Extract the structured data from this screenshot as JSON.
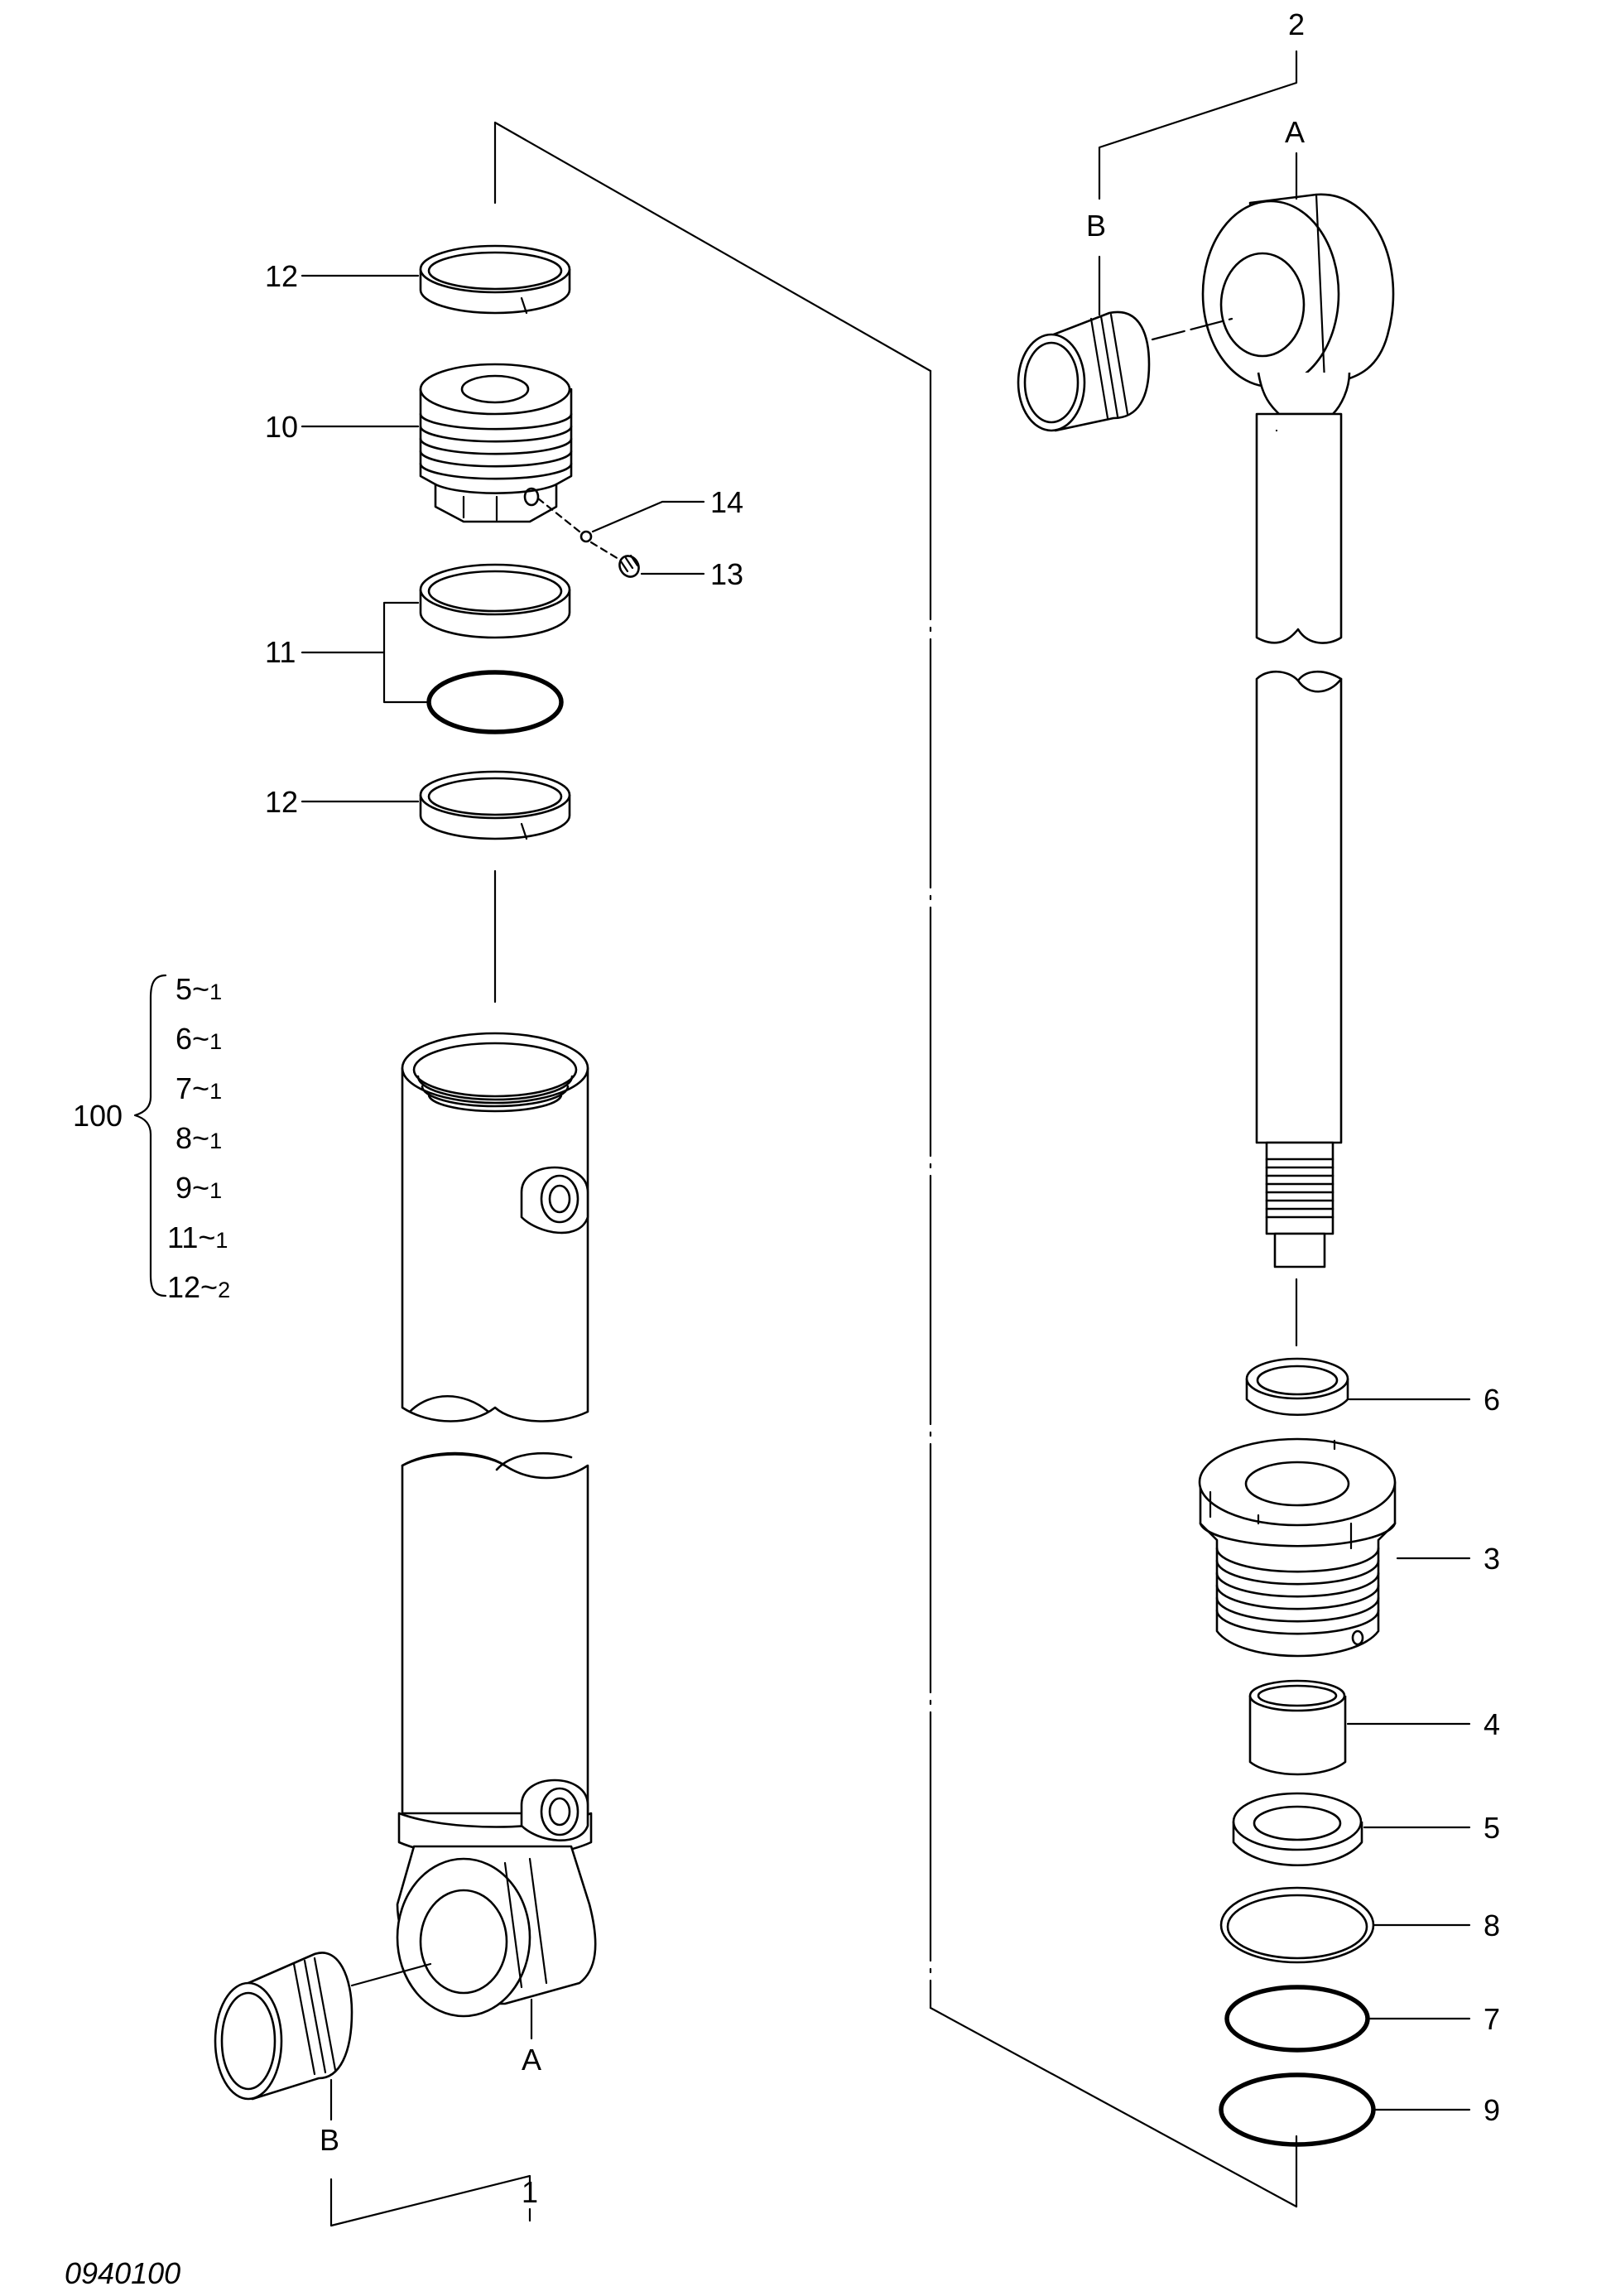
{
  "drawing_code": "0940100",
  "callouts": {
    "c1": "1",
    "c2": "2",
    "c3": "3",
    "c4": "4",
    "c5": "5",
    "c6": "6",
    "c7": "7",
    "c8": "8",
    "c9": "9",
    "c10": "10",
    "c11": "11",
    "c12_top": "12",
    "c12_bottom": "12",
    "c13": "13",
    "c14": "14"
  },
  "letters": {
    "tube_A": "A",
    "tube_B": "B",
    "rod_A": "A",
    "rod_B": "B"
  },
  "kit": {
    "number": "100",
    "items": [
      {
        "part": "5",
        "sep": "~",
        "qty": "1"
      },
      {
        "part": "6",
        "sep": "~",
        "qty": "1"
      },
      {
        "part": "7",
        "sep": "~",
        "qty": "1"
      },
      {
        "part": "8",
        "sep": "~",
        "qty": "1"
      },
      {
        "part": "9",
        "sep": "~",
        "qty": "1"
      },
      {
        "part": "11",
        "sep": "~",
        "qty": "1"
      },
      {
        "part": "12",
        "sep": "~",
        "qty": "2"
      }
    ]
  }
}
